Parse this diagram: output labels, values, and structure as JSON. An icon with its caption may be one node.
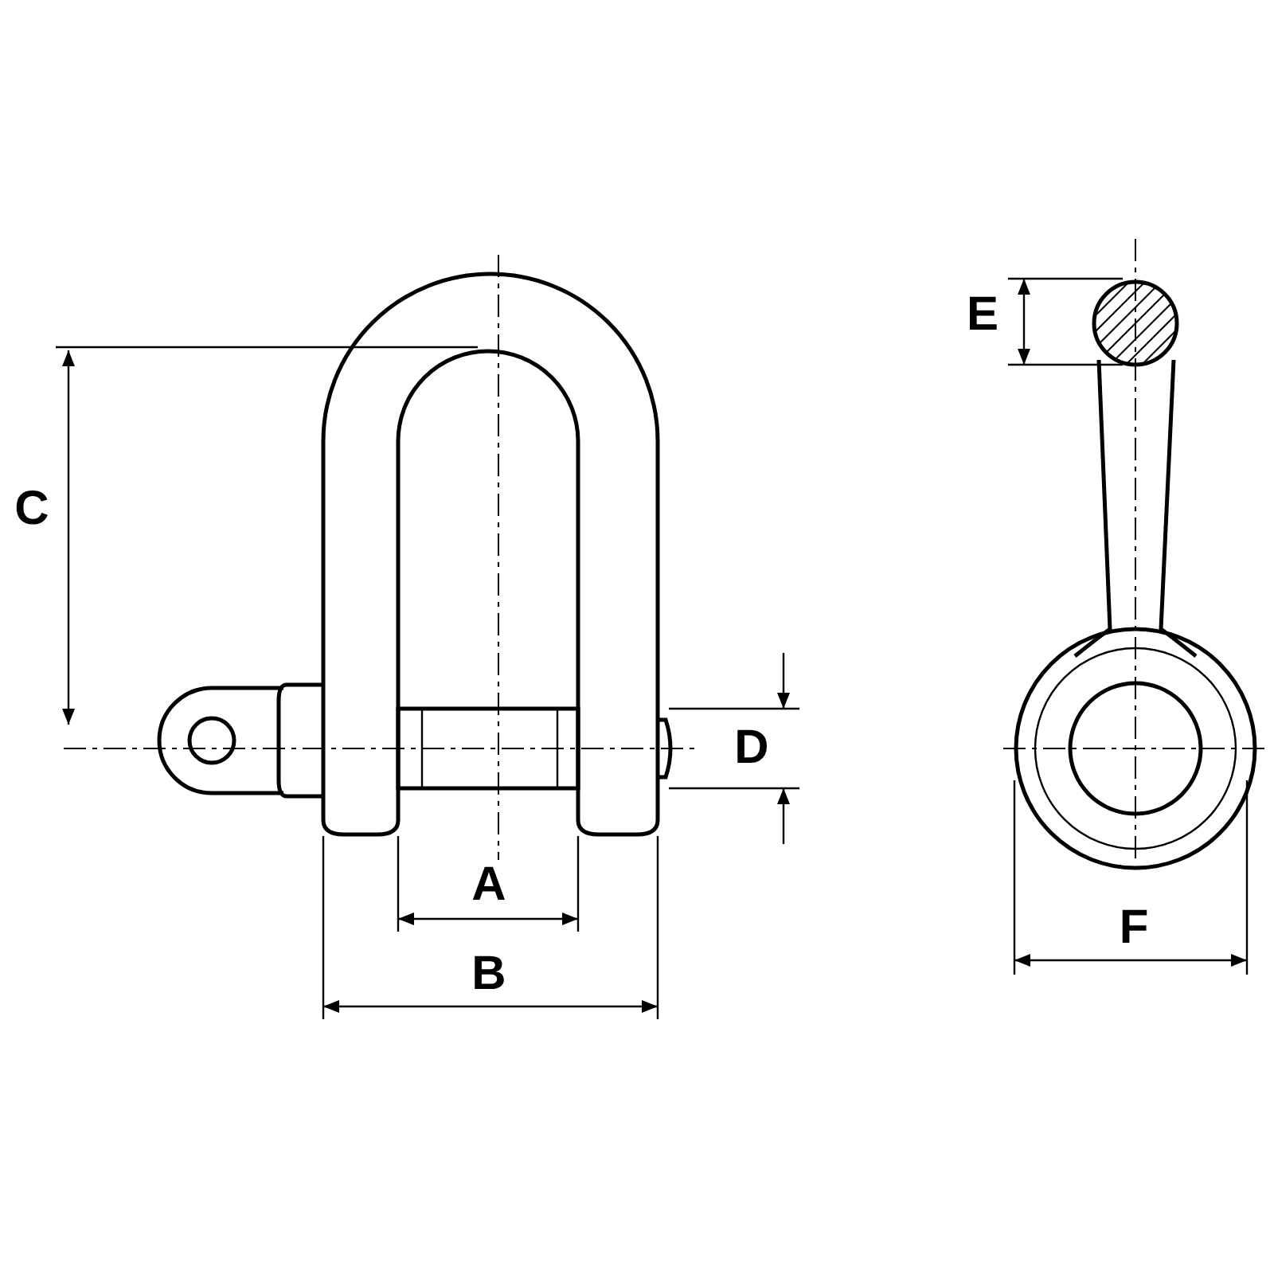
{
  "diagram": {
    "labels": [
      "E",
      "C",
      "D",
      "A",
      "F",
      "B"
    ]
  }
}
